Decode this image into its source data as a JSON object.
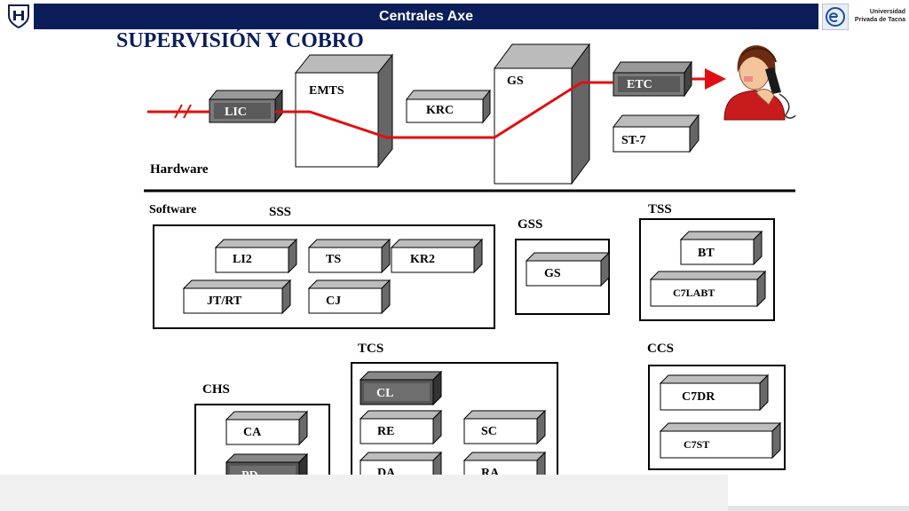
{
  "header": {
    "title": "Centrales Axe",
    "university_line1": "Universidad",
    "university_line2": "Privada de Tacna"
  },
  "page_title": "SUPERVISIÓN Y COBRO",
  "hardware": {
    "section_label": "Hardware",
    "lic": "LIC",
    "emts": "EMTS",
    "krc": "KRC",
    "gs": "GS",
    "etc": "ETC",
    "st7": "ST-7"
  },
  "software": {
    "section_label": "Software",
    "sss": {
      "label": "SSS",
      "blocks": [
        "LI2",
        "TS",
        "KR2",
        "JT/RT",
        "CJ"
      ]
    },
    "gss": {
      "label": "GSS",
      "blocks": [
        "GS"
      ]
    },
    "tss": {
      "label": "TSS",
      "blocks": [
        "BT",
        "C7LABT"
      ]
    },
    "chs": {
      "label": "CHS",
      "blocks": [
        "CA",
        "PD"
      ]
    },
    "tcs": {
      "label": "TCS",
      "blocks": [
        "CL",
        "RE",
        "SC",
        "DA",
        "RA"
      ]
    },
    "ccs": {
      "label": "CCS",
      "blocks": [
        "C7DR",
        "C7ST"
      ]
    }
  },
  "colors": {
    "header_bg": "#0c1e5a",
    "signal_line": "#e01010",
    "block_dark": "#555555"
  }
}
